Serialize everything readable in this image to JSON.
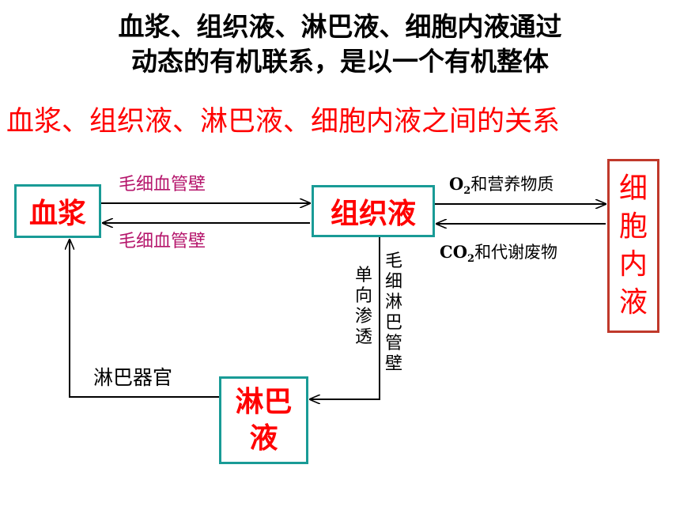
{
  "heading": {
    "line1": "血浆、组织液、淋巴液、细胞内液通过",
    "line2": "动态的有机联系，是以一个有机整体"
  },
  "subtitle": "血浆、组织液、淋巴液、细胞内液之间的关系",
  "nodes": {
    "plasma": "血浆",
    "tissue_fluid": "组织液",
    "lymph": "淋巴液",
    "intracellular": "细胞内液"
  },
  "labels": {
    "capillary_wall_top": "毛细血管壁",
    "capillary_wall_bottom": "毛细血管壁",
    "o2_sub": "2",
    "o2_text": "和营养物质",
    "co2_sub": "2",
    "co2_text": "和代谢废物",
    "one_way_osmosis": "单向渗透",
    "lymph_capillary_wall": "毛细淋巴管壁",
    "lymph_organ": "淋巴器官"
  },
  "colors": {
    "node_text": "#ff0000",
    "node_border": "#199b96",
    "cell_border": "#c0392b",
    "capillary_label": "#b5156b"
  }
}
